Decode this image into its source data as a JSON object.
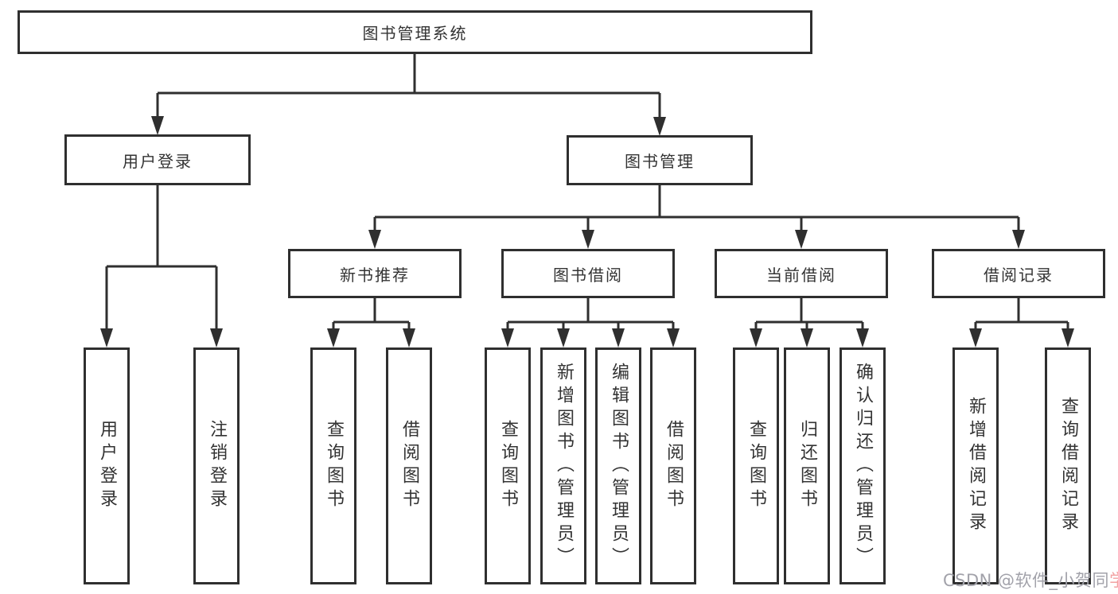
{
  "diagram": {
    "root": {
      "label": "图书管理系统"
    },
    "level1": [
      {
        "label": "用户登录"
      },
      {
        "label": "图书管理"
      }
    ],
    "level2": [
      {
        "label": "新书推荐"
      },
      {
        "label": "图书借阅"
      },
      {
        "label": "当前借阅"
      },
      {
        "label": "借阅记录"
      }
    ],
    "leaves": [
      {
        "label": "用户登录"
      },
      {
        "label": "注销登录"
      },
      {
        "label": "查询图书"
      },
      {
        "label": "借阅图书"
      },
      {
        "label": "查询图书"
      },
      {
        "label": "新增图书（管理员）"
      },
      {
        "label": "编辑图书（管理员）"
      },
      {
        "label": "借阅图书"
      },
      {
        "label": "查询图书"
      },
      {
        "label": "归还图书"
      },
      {
        "label": "确认归还（管理员）"
      },
      {
        "label": "新增借阅记录"
      },
      {
        "label": "查询借阅记录"
      }
    ]
  },
  "watermark": {
    "prefix": "CSDN @软件_小贺同",
    "accent": "学"
  },
  "colors": {
    "line": "#2f2f2f",
    "box_border": "#2f2f2f",
    "text": "#333333",
    "watermark_gray": "#a2a2aa",
    "watermark_accent": "#f2a2a2",
    "background": "#ffffff"
  }
}
